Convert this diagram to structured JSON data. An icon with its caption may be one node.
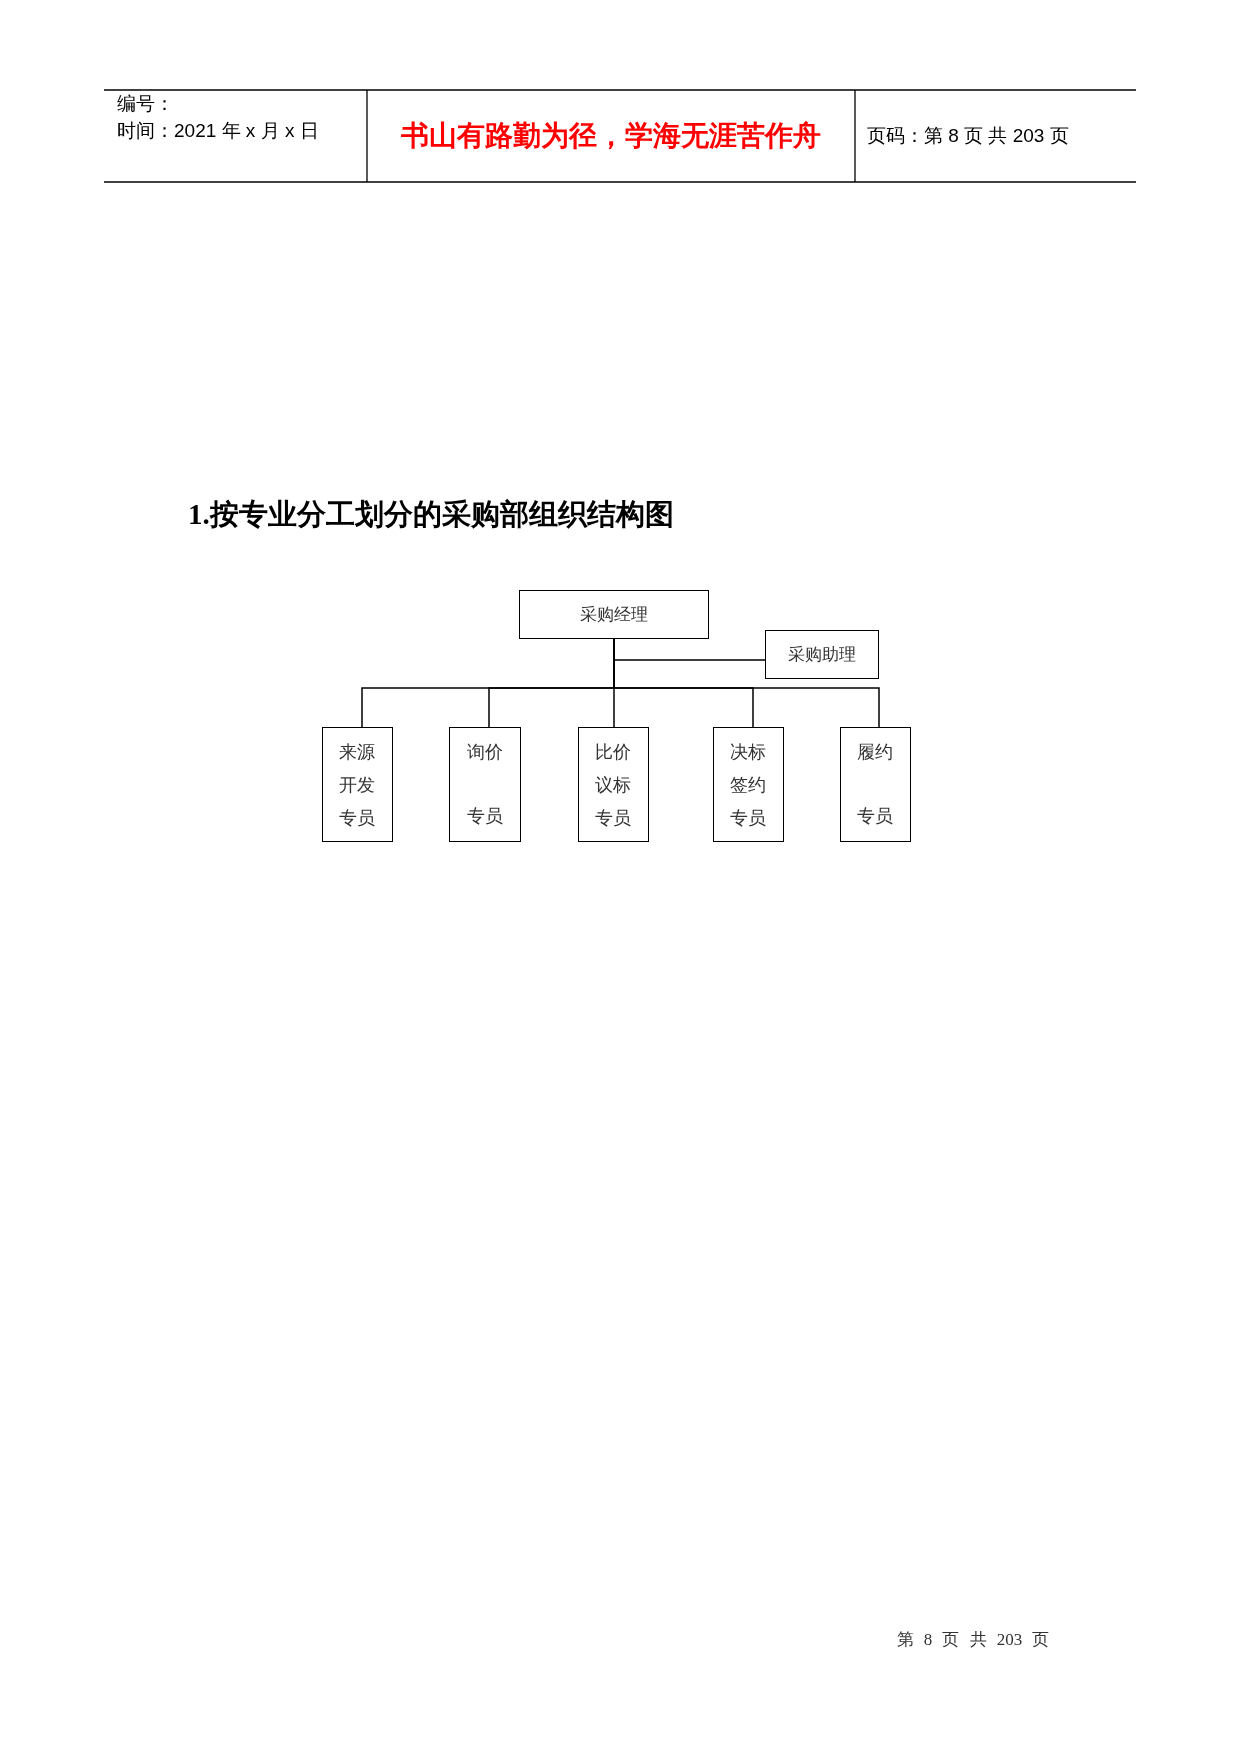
{
  "diagram": {
    "title": "1.按专业分工划分的采购部组织结构图",
    "nodes": [
      {
        "text": [
          "采购经理"
        ]
      },
      {
        "text": [
          "采购助理"
        ]
      },
      {
        "text": [
          "来源开发",
          "专员"
        ]
      },
      {
        "text": [
          "询价",
          "专员"
        ]
      },
      {
        "text": [
          "比价议标",
          "专员"
        ]
      },
      {
        "text": [
          "决标签约",
          "专员"
        ]
      },
      {
        "text": [
          "履约",
          "专员"
        ]
      }
    ],
    "edges": [
      {
        "from": 0,
        "to": 1,
        "arrow": "none"
      },
      {
        "from": 0,
        "to": 2,
        "arrow": "none"
      },
      {
        "from": 0,
        "to": 3,
        "arrow": "none"
      },
      {
        "from": 0,
        "to": 4,
        "arrow": "none"
      },
      {
        "from": 0,
        "to": 5,
        "arrow": "none"
      },
      {
        "from": 0,
        "to": 6,
        "arrow": "none"
      }
    ],
    "labels": [
      "编号：",
      "时间：2021 年 x 月 x 日",
      "书山有路勤为径，学海无涯苦作舟",
      "页码：第 8 页 共 203 页",
      "第 8 页 共 203 页"
    ]
  }
}
